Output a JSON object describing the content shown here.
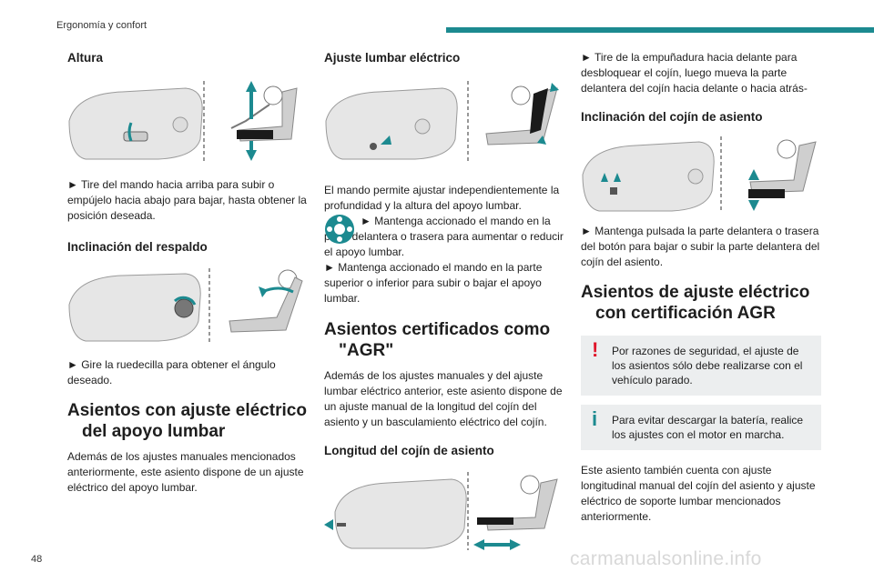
{
  "header": {
    "section_title": "Ergonomía y confort"
  },
  "page_number": "48",
  "watermark": "carmanualsonline.info",
  "col1": {
    "altura_title": "Altura",
    "altura_text": "► Tire del mando hacia arriba para subir o empújelo hacia abajo para bajar, hasta obtener la posición deseada.",
    "respaldo_title": "Inclinación del respaldo",
    "respaldo_text": "► Gire la ruedecilla para obtener el ángulo deseado.",
    "lumbar_h2_line1": "Asientos con ajuste eléctrico",
    "lumbar_h2_line2": "del apoyo lumbar",
    "lumbar_text": "Además de los ajustes manuales mencionados anteriormente, este asiento dispone de un ajuste eléctrico del apoyo lumbar."
  },
  "col2": {
    "lumbar_title": "Ajuste lumbar eléctrico",
    "lumbar_text1": "El mando permite ajustar independientemente la profundidad y la altura del apoyo lumbar.",
    "lumbar_text2": "► Mantenga accionado el mando en la parte delantera o trasera para aumentar o reducir el apoyo lumbar.",
    "lumbar_text3": "► Mantenga accionado el mando en la parte superior o inferior para subir o bajar el apoyo lumbar.",
    "agr_h2_line1": "Asientos certificados como",
    "agr_h2_line2": "\"AGR\"",
    "agr_text": "Además de los ajustes manuales y del ajuste lumbar eléctrico anterior, este asiento dispone de un ajuste manual de la longitud del cojín del asiento y un basculamiento eléctrico del cojín.",
    "longitud_title": "Longitud del cojín de asiento"
  },
  "col3": {
    "longitud_text": "► Tire de la empuñadura hacia delante para desbloquear el cojín, luego mueva la parte delantera del cojín hacia delante o hacia atrás-",
    "inclinacion_title": "Inclinación del cojín de asiento",
    "inclinacion_text": "► Mantenga pulsada la parte delantera o trasera del botón para bajar o subir la parte delantera del cojín del asiento.",
    "agr_h2_line1": "Asientos de ajuste eléctrico",
    "agr_h2_line2": "con certificación AGR",
    "warning_text": "Por razones de seguridad, el ajuste de los asientos sólo debe realizarse con el vehículo parado.",
    "info_text": "Para evitar descargar la batería, realice los ajustes con el motor en marcha.",
    "final_text": "Este asiento también cuenta con ajuste longitudinal manual del cojín del asiento y ajuste eléctrico de soporte lumbar mencionados anteriormente."
  },
  "colors": {
    "accent": "#1c8a90",
    "warning": "#e0162b",
    "note_bg": "#eceeef"
  },
  "icons": [
    "warning-icon",
    "info-icon",
    "four-way-control-icon"
  ]
}
